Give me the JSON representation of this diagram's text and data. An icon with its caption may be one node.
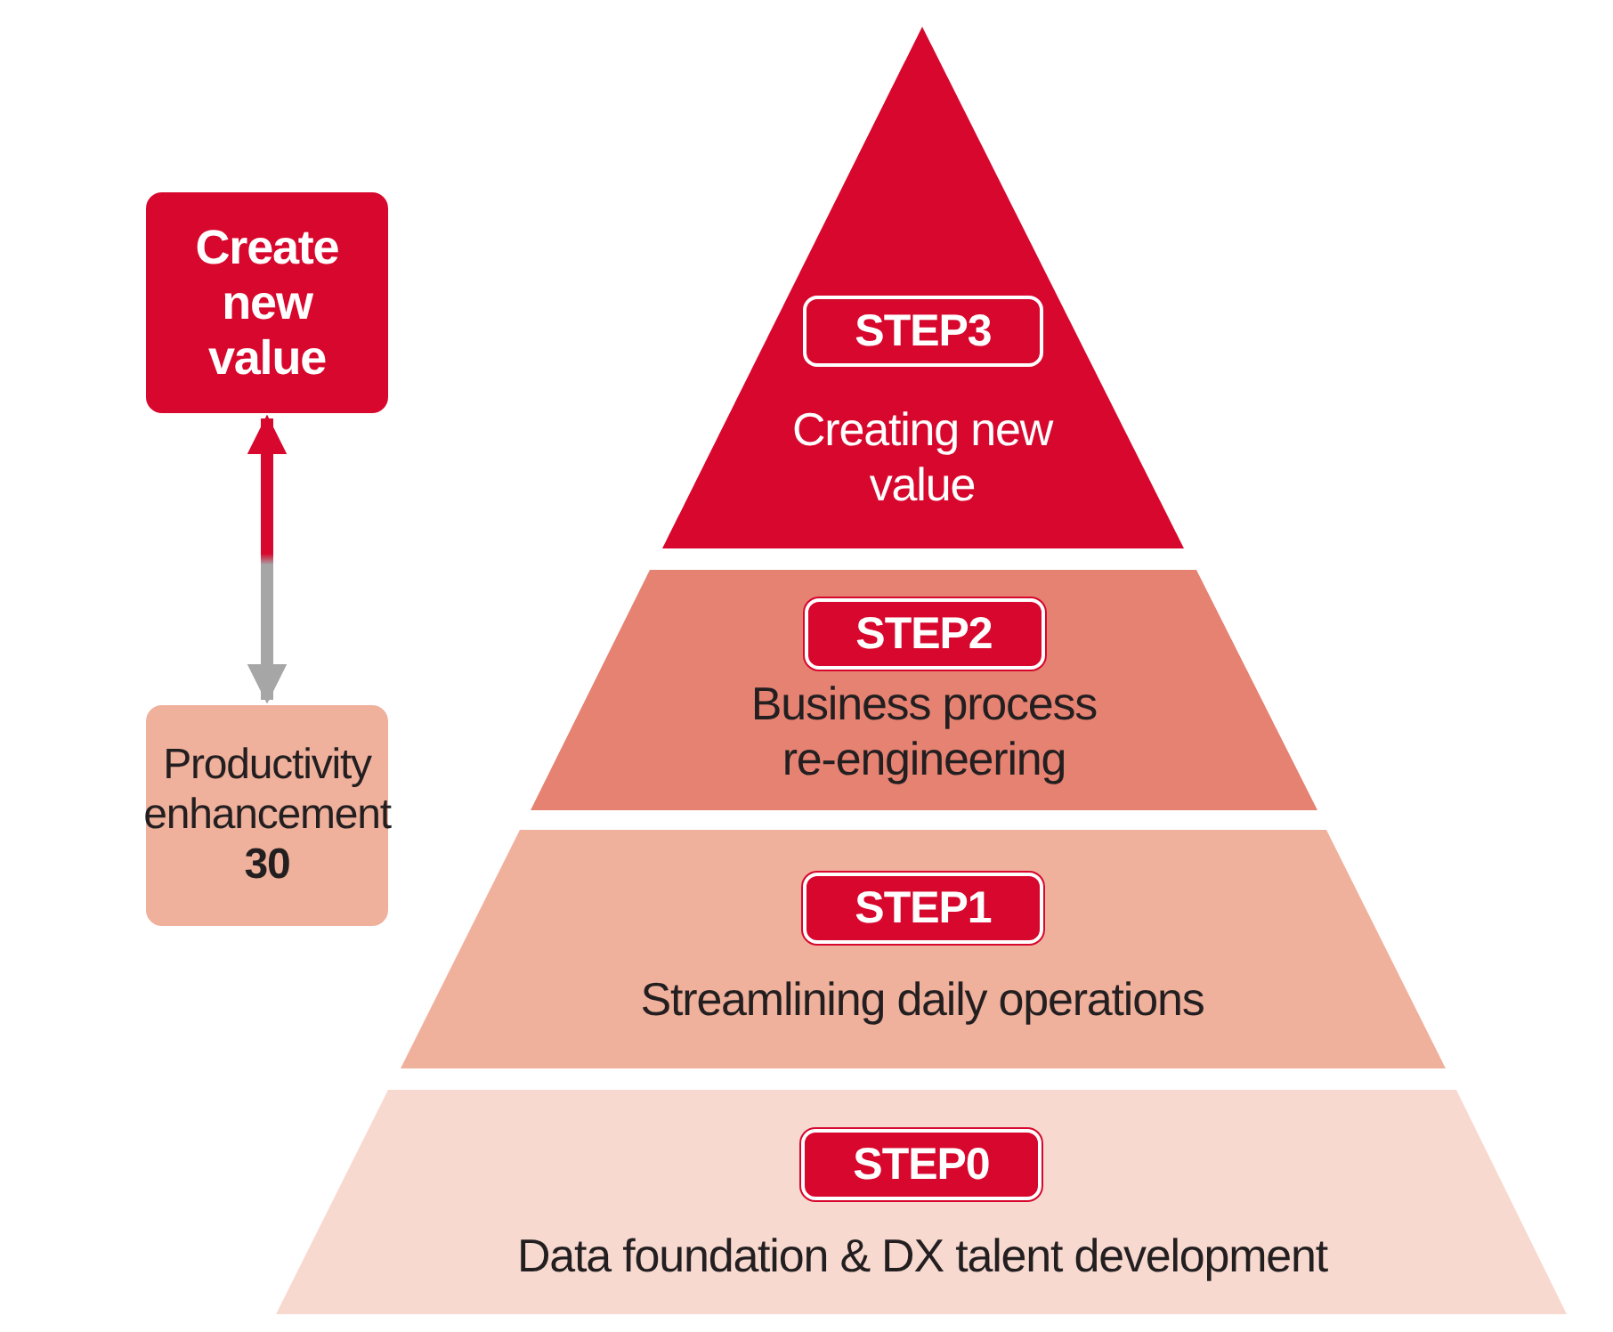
{
  "diagram": {
    "nodes": [
      {
        "text": [
          "Create new value"
        ]
      },
      {
        "text": [
          "Productivity enhancement",
          "30"
        ]
      },
      {
        "text": [
          "Creating new value"
        ]
      },
      {
        "text": [
          "STEP3"
        ],
        "in": 2
      },
      {
        "text": [
          "Business process re-engineering"
        ]
      },
      {
        "text": [
          "STEP2"
        ],
        "in": 4
      },
      {
        "text": [
          "Streamlining daily operations"
        ]
      },
      {
        "text": [
          "STEP1"
        ],
        "in": 6
      },
      {
        "text": [
          "Data foundation & DX talent development"
        ]
      },
      {
        "text": [
          "STEP0"
        ],
        "in": 8
      }
    ],
    "edges": [
      {
        "from": 1,
        "to": 0,
        "arrow": "both"
      }
    ]
  }
}
